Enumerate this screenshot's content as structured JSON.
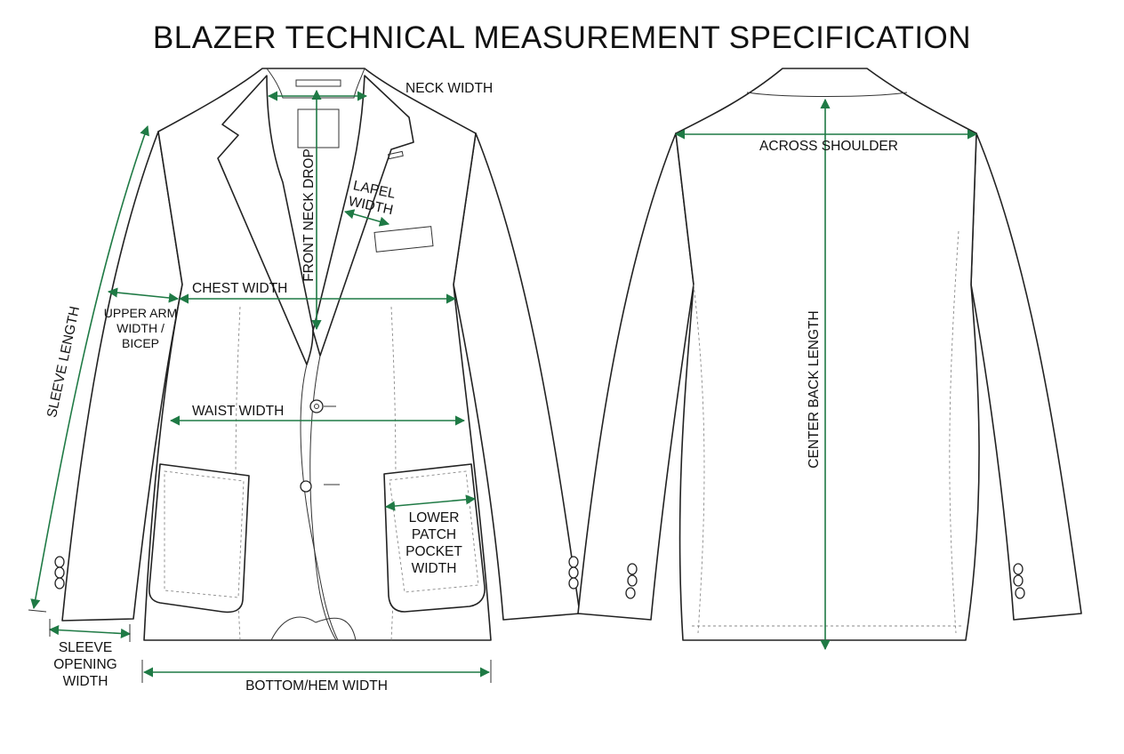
{
  "title": "BLAZER TECHNICAL MEASUREMENT SPECIFICATION",
  "measure_color": "#1f7a45",
  "views": [
    "front",
    "back"
  ],
  "labels": {
    "neck_width": "NECK WIDTH",
    "front_neck_drop": "FRONT NECK DROP",
    "lapel_width_1": "LAPEL",
    "lapel_width_2": "WIDTH",
    "chest_width": "CHEST WIDTH",
    "upper_arm_1": "UPPER ARM",
    "upper_arm_2": "WIDTH /",
    "upper_arm_3": "BICEP",
    "sleeve_length": "SLEEVE LENGTH",
    "waist_width": "WAIST WIDTH",
    "pocket_1": "LOWER",
    "pocket_2": "PATCH",
    "pocket_3": "POCKET",
    "pocket_4": "WIDTH",
    "sleeve_opening_1": "SLEEVE",
    "sleeve_opening_2": "OPENING",
    "sleeve_opening_3": "WIDTH",
    "bottom_hem_width": "BOTTOM/HEM WIDTH",
    "across_shoulder": "ACROSS SHOULDER",
    "center_back_length": "CENTER BACK LENGTH"
  }
}
